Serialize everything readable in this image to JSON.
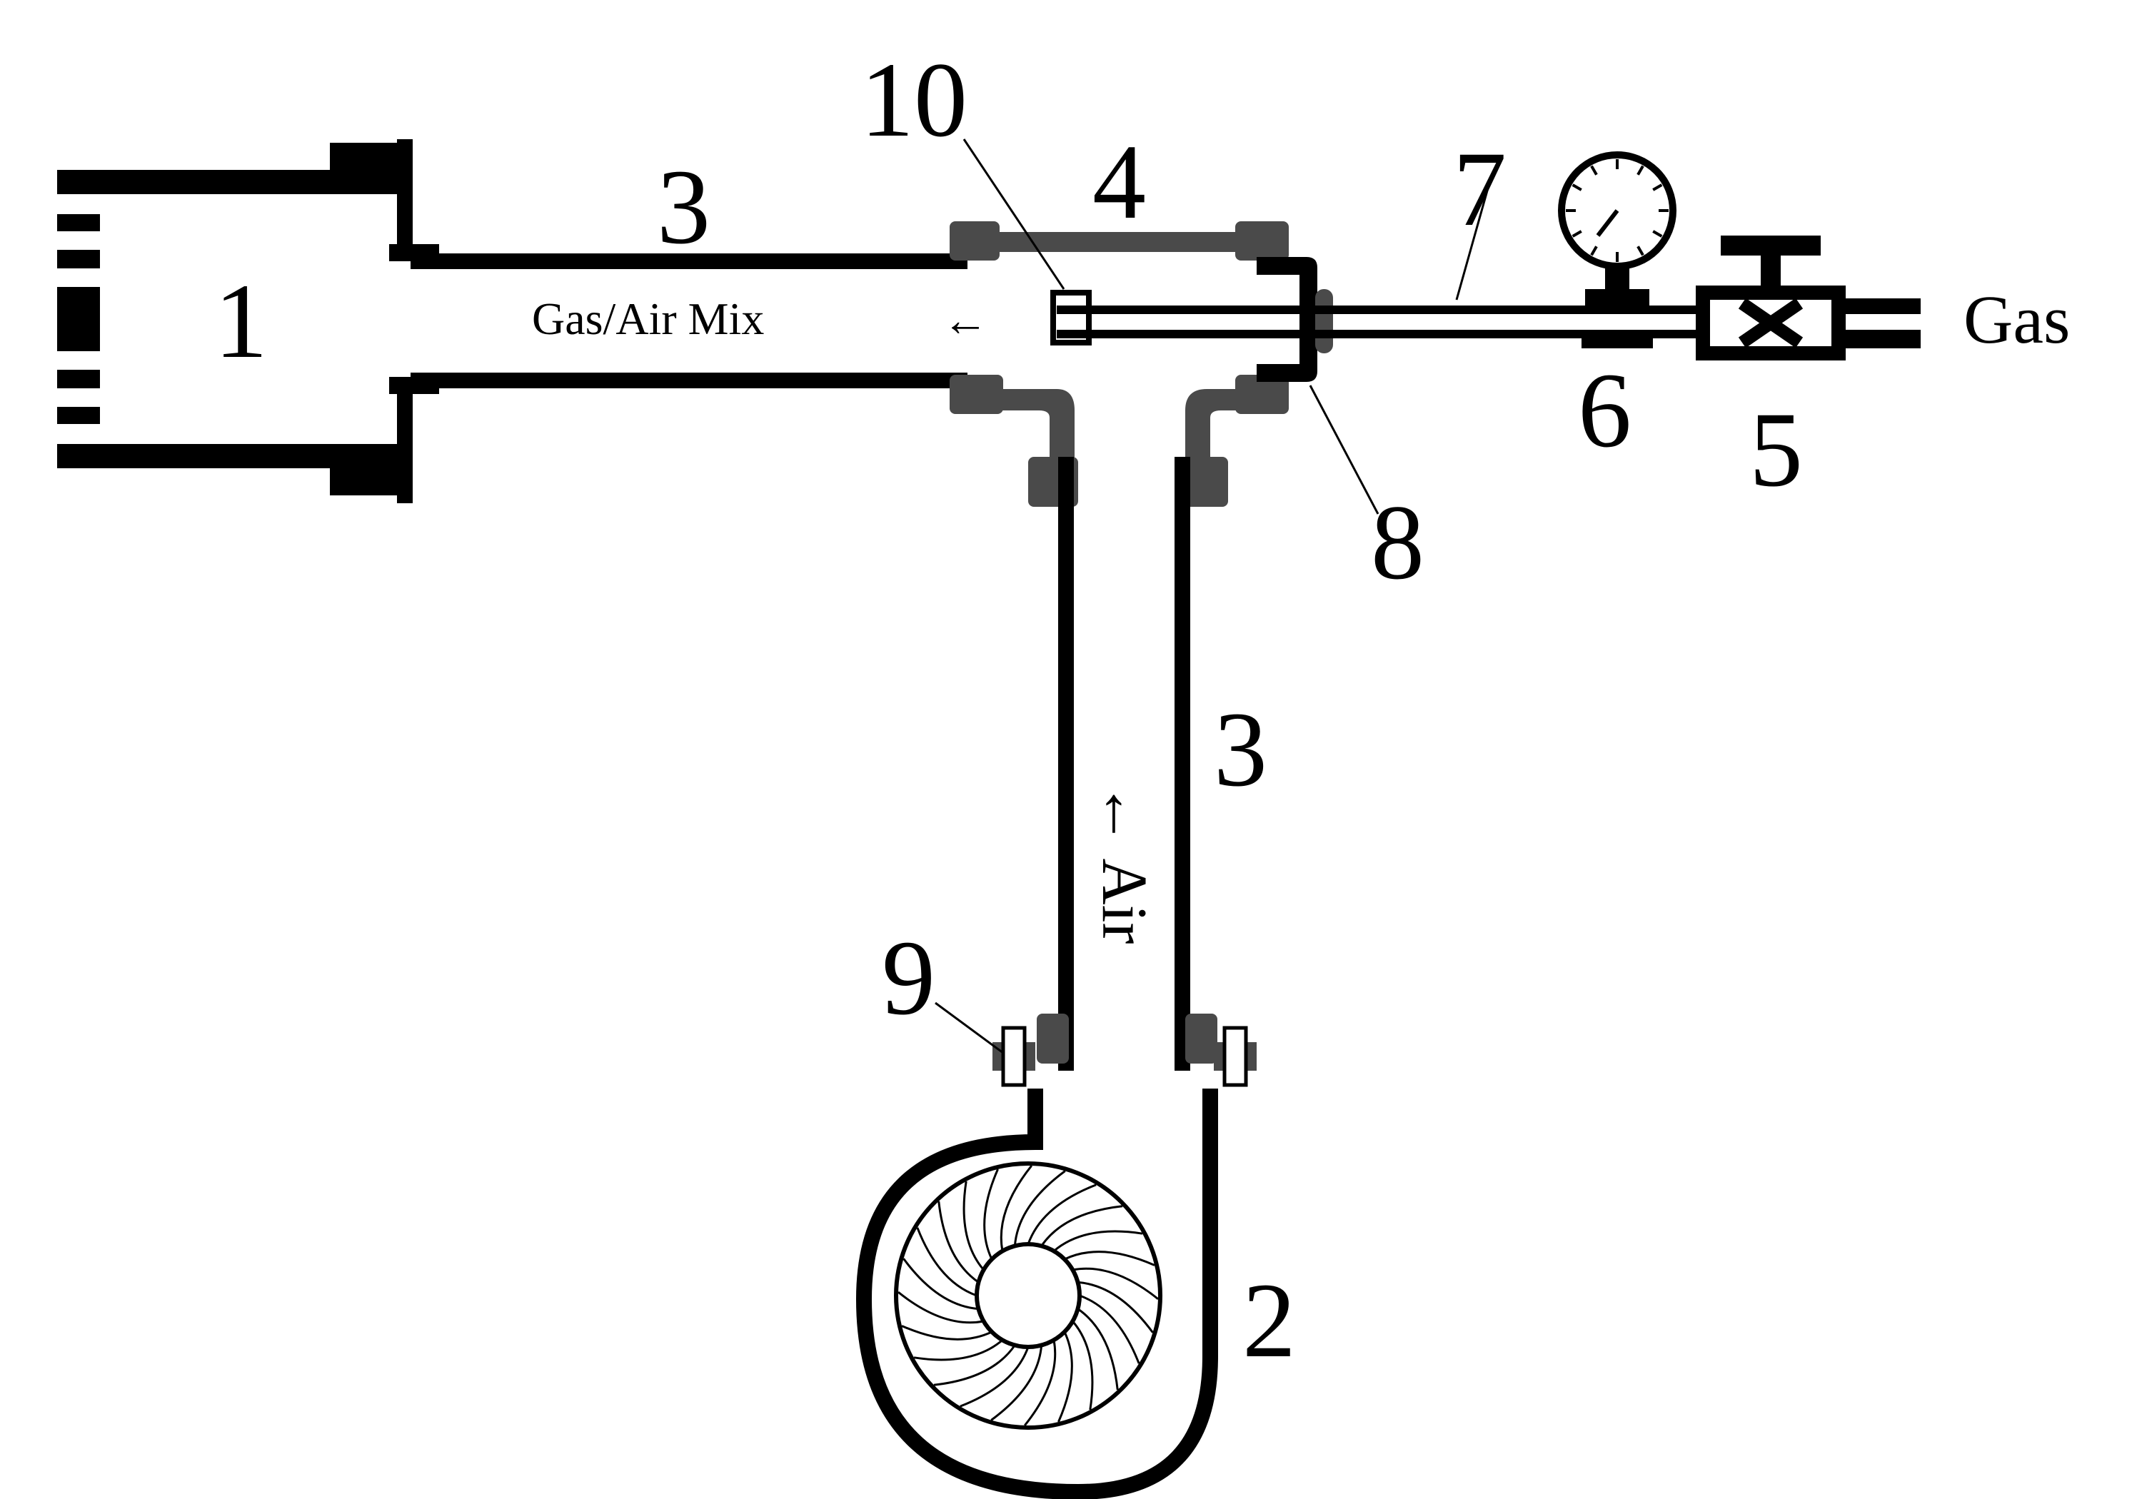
{
  "labels": {
    "n1": "1",
    "n2": "2",
    "n3_top": "3",
    "n3_side": "3",
    "n4": "4",
    "n5": "5",
    "n6": "6",
    "n7": "7",
    "n8": "8",
    "n9": "9",
    "n10": "10"
  },
  "flow": {
    "mix": "Gas/Air Mix",
    "mix_arrow": "←",
    "air": "← Air",
    "gas": "Gas"
  },
  "colors": {
    "line": "#000000",
    "fitting": "#4a4a4a",
    "background": "#ffffff"
  }
}
